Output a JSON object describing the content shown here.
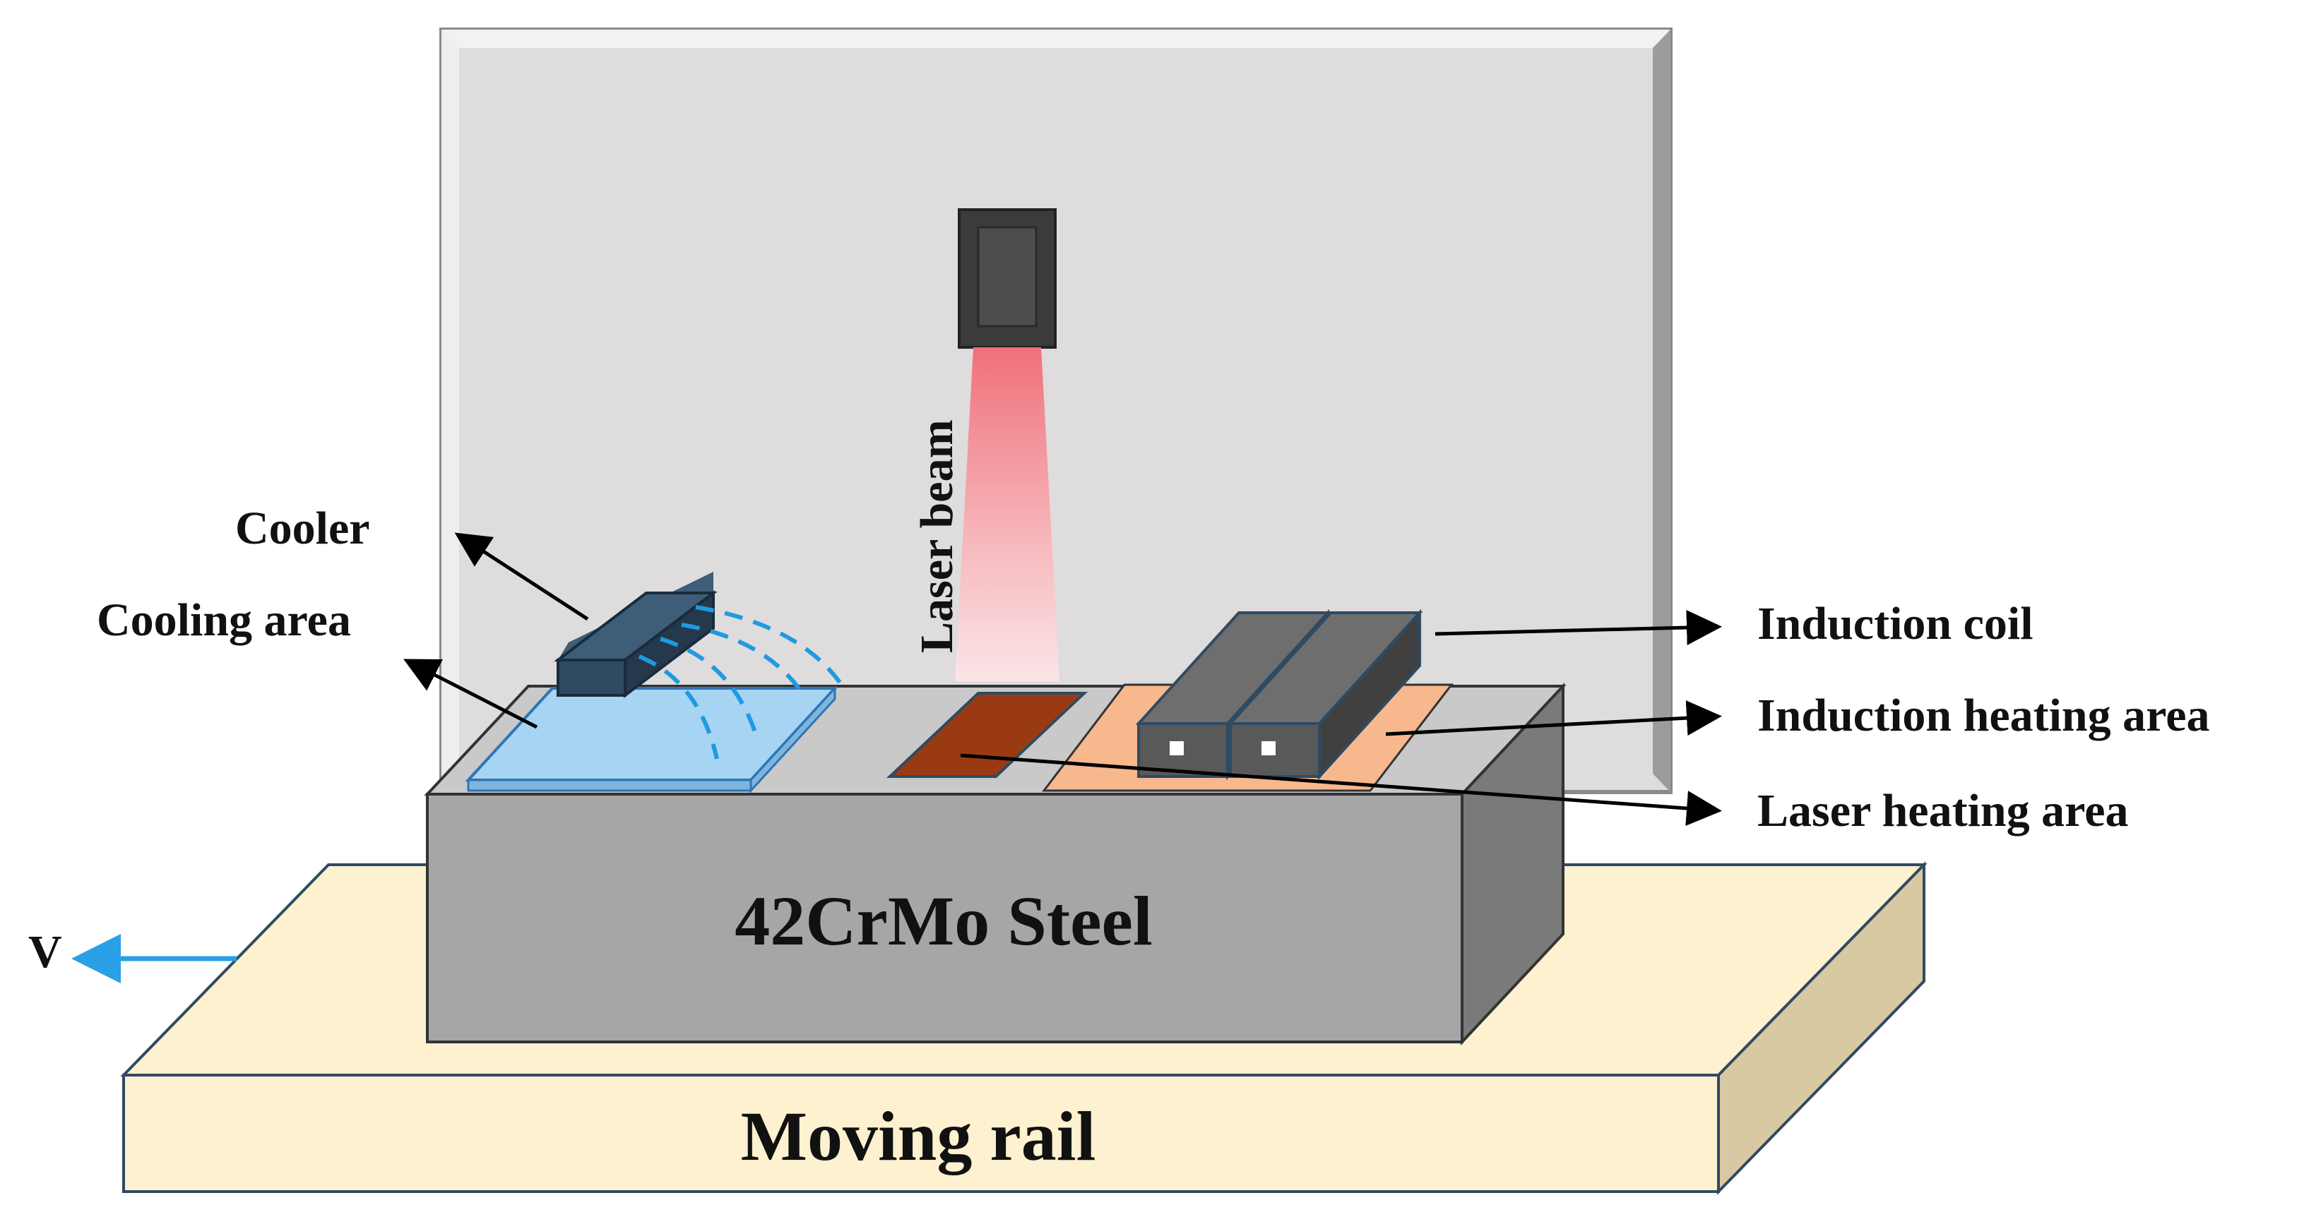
{
  "labels": {
    "cooler": "Cooler",
    "cooling_area": "Cooling area",
    "laser_beam": "Laser beam",
    "induction_coil": "Induction coil",
    "induction_heating_area": "Induction heating area",
    "laser_heating_area": "Laser heating area",
    "workpiece": "42CrMo Steel",
    "rail": "Moving rail",
    "velocity": "V"
  },
  "colors": {
    "backplate": "#dedcdc",
    "laser_head": "#3b3b3b",
    "laser_beam": "#f2878a",
    "cooler": "#2f4b62",
    "cooling_area": "#a6d4f2",
    "cooling_spray": "#1f9ae0",
    "laser_heating_area": "#9a3a12",
    "induction_heating_area": "#f7b88e",
    "induction_coil": "#595959",
    "steel": "#a6a6a6",
    "rail": "#fdf1cf",
    "velocity_arrow": "#2aa0e6"
  }
}
